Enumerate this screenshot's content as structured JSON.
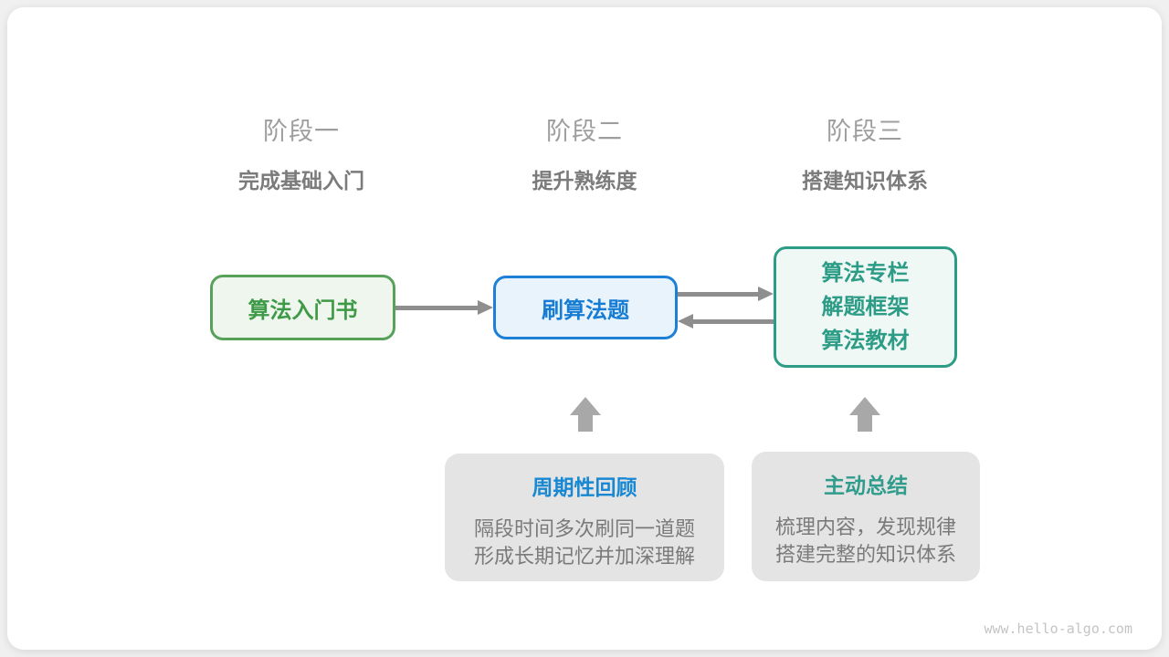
{
  "palette": {
    "card_bg": "#ffffff",
    "page_bg": "#f0f0f0",
    "green_border": "#57a15b",
    "green_text": "#3e9a47",
    "green_bg": "#eef6ed",
    "blue_border": "#1d7fd6",
    "blue_text": "#177cd3",
    "blue_bg": "#e9f3fc",
    "teal_border": "#2d9c87",
    "teal_text": "#2d9c87",
    "teal_bg": "#eff8f5",
    "callout_bg": "#e4e4e4",
    "callout_title_blue": "#1888d3",
    "callout_title_teal": "#2f9c8c",
    "body_gray": "#7a7a7a",
    "header_gray": "#9e9e9e",
    "arrow_gray": "#8e8e8e",
    "block_arrow_gray": "#a8a8a8",
    "watermark_gray": "#c4c4c4"
  },
  "phases": [
    {
      "label": "阶段一",
      "subtitle": "完成基础入门"
    },
    {
      "label": "阶段二",
      "subtitle": "提升熟练度"
    },
    {
      "label": "阶段三",
      "subtitle": "搭建知识体系"
    }
  ],
  "nodes": {
    "intro_book": {
      "label": "算法入门书"
    },
    "practice": {
      "label": "刷算法题"
    },
    "resources": {
      "lines": [
        "算法专栏",
        "解题框架",
        "算法教材"
      ]
    }
  },
  "callouts": [
    {
      "title": "周期性回顾",
      "lines": [
        "隔段时间多次刷同一道题",
        "形成长期记忆并加深理解"
      ]
    },
    {
      "title": "主动总结",
      "lines": [
        "梳理内容，发现规律",
        "搭建完整的知识体系"
      ]
    }
  ],
  "watermark": "www.hello-algo.com"
}
